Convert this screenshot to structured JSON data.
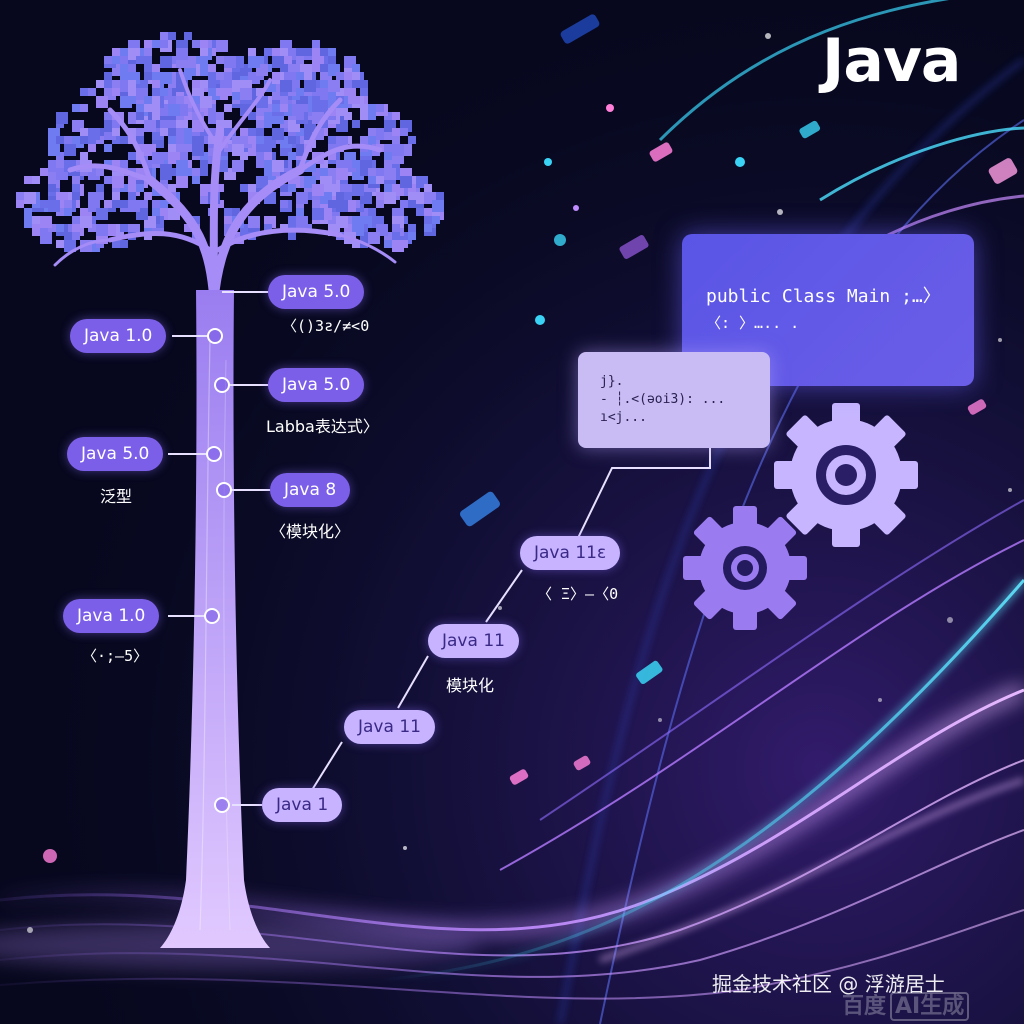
{
  "logo": "Java",
  "code_panel": {
    "line1": "public Class Main ;…〉",
    "line2": "〈: 〉….. ."
  },
  "code_card": {
    "line1": "j}.",
    "line2": "- ┆.<(ǝoi3): ...",
    "line3": "ı<j..."
  },
  "tree_labels": [
    {
      "pill": "Java 5.0",
      "note": "〈()3ƨ/≠<0"
    },
    {
      "pill": "Java 1.0",
      "note": ""
    },
    {
      "pill": "Java 5.0",
      "note": "Labba表达式〉"
    },
    {
      "pill": "Java 5.0",
      "note": "泛型"
    },
    {
      "pill": "Java 8",
      "note": "〈模块化〉"
    },
    {
      "pill": "Java 1.0",
      "note": "〈·;–5〉"
    }
  ],
  "path_labels": [
    {
      "pill": "Java 11ε",
      "note": "〈 Ξ〉–〈0"
    },
    {
      "pill": "Java 11",
      "note": "模块化"
    },
    {
      "pill": "Java 11",
      "note": ""
    },
    {
      "pill": "Java 1",
      "note": ""
    }
  ],
  "watermark": {
    "text": "掘金技术社区 @ 浮游居士",
    "sub_text": "百度",
    "sub_badge": "AI生成"
  },
  "colors": {
    "background": "#07081e",
    "pill_primary": "#7c5fe9",
    "pill_light": "#c7b3ff",
    "tree": "#b394f5",
    "accent_cyan": "#3ad3f5",
    "accent_pink": "#ff7fd9"
  }
}
